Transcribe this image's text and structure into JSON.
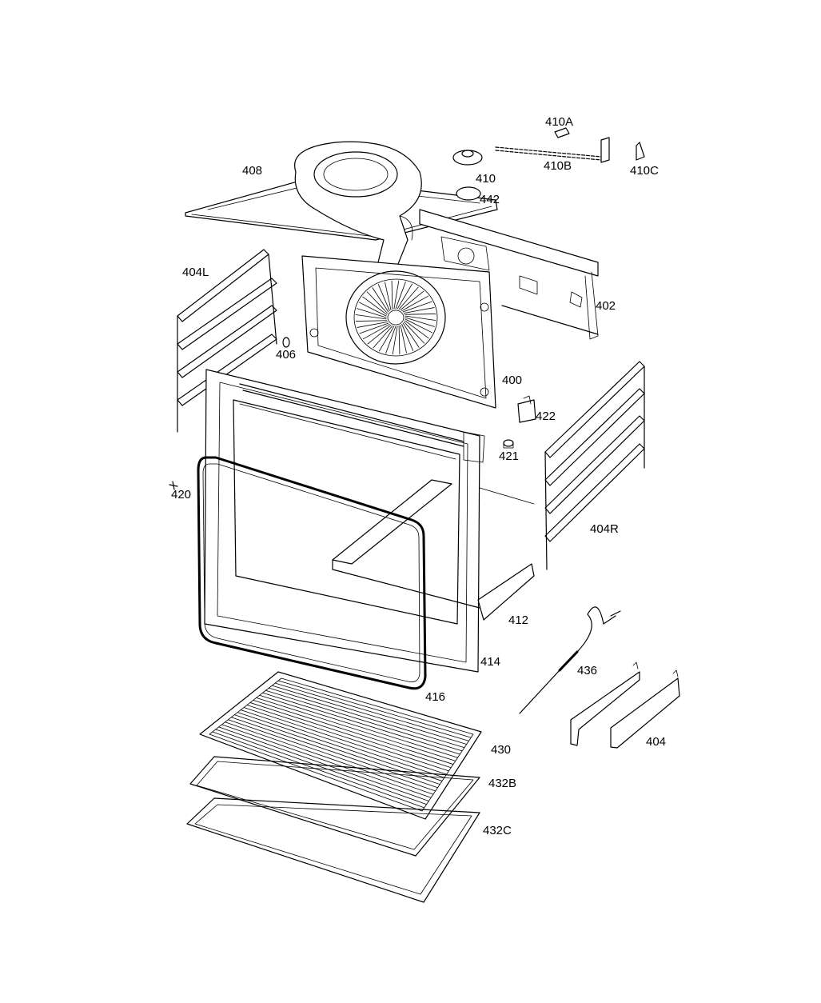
{
  "labels": {
    "p408": "408",
    "p410A": "410A",
    "p410": "410",
    "p410B": "410B",
    "p410C": "410C",
    "p442": "442",
    "p404L": "404L",
    "p402": "402",
    "p406": "406",
    "p400": "400",
    "p422": "422",
    "p421": "421",
    "p420": "420",
    "p404R": "404R",
    "p412": "412",
    "p414": "414",
    "p436": "436",
    "p416": "416",
    "p404": "404",
    "p430": "430",
    "p432B": "432B",
    "p432C": "432C"
  }
}
